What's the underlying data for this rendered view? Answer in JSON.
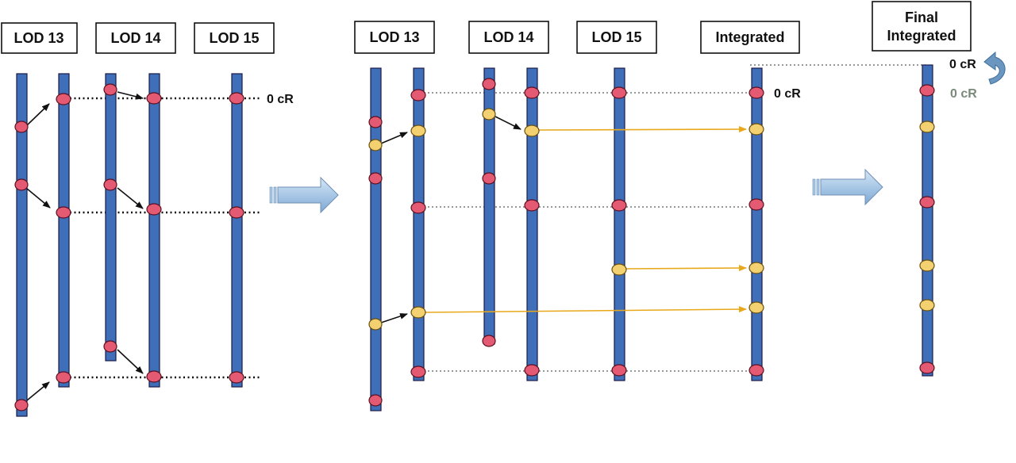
{
  "labels": {
    "p1_lod13": "LOD 13",
    "p1_lod14": "LOD 14",
    "p1_lod15": "LOD 15",
    "p2_lod13": "LOD 13",
    "p2_lod14": "LOD 14",
    "p2_lod15": "LOD 15",
    "p2_integrated": "Integrated",
    "p3_final_line1": "Final",
    "p3_final_line2": "Integrated"
  },
  "annotations": {
    "p1_zero": "0 cR",
    "p2_zero": "0 cR",
    "p3_zero_new": "0 cR",
    "p3_zero_old": "0 cR"
  },
  "colors": {
    "bar_fill": "#3f6fb8",
    "node_red": "#e45a72",
    "node_yellow": "#f3d070",
    "arrow_yellow": "#e8a81a",
    "big_arrow": "#a9c8e6",
    "curve_arrow": "#6a96c0",
    "old_label_gray": "#7a8a7a"
  }
}
